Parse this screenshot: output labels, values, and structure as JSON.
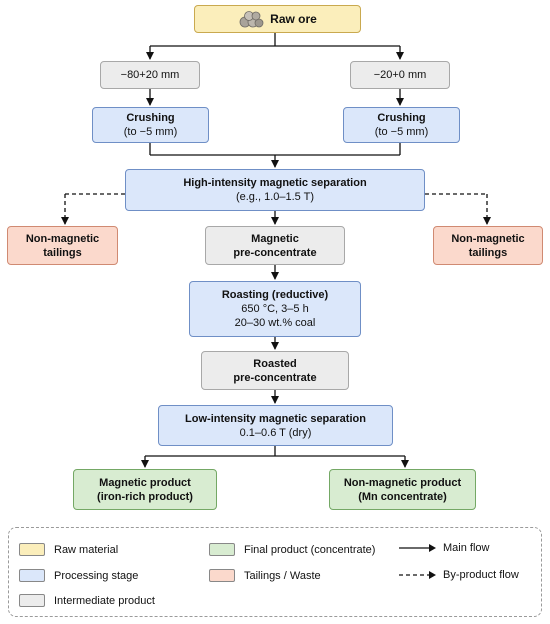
{
  "raw_ore": "Raw ore",
  "coarse_fraction": "−80+20 mm",
  "fine_fraction": "−20+0 mm",
  "crushing_left": {
    "title": "Crushing",
    "sub": "(to −5 mm)"
  },
  "crushing_right": {
    "title": "Crushing",
    "sub": "(to −5 mm)"
  },
  "himag": {
    "title": "High-intensity magnetic separation",
    "sub": "(e.g., 1.0–1.5 T)"
  },
  "tailings_left": {
    "line1": "Non-magnetic",
    "line2": "tailings"
  },
  "tailings_right": {
    "line1": "Non-magnetic",
    "line2": "tailings"
  },
  "magnetic_pre": {
    "line1": "Magnetic",
    "line2": "pre-concentrate"
  },
  "roasting": {
    "title": "Roasting (reductive)",
    "line1": "650 °C, 3–5 h",
    "line2": "20–30 wt.% coal"
  },
  "roasted_pre": {
    "line1": "Roasted",
    "line2": "pre-concentrate"
  },
  "lowmag": {
    "title": "Low-intensity magnetic separation",
    "sub": "0.1–0.6 T (dry)"
  },
  "magnetic_product": {
    "line1": "Magnetic product",
    "line2": "(iron-rich product)"
  },
  "nonmagnetic_product": {
    "line1": "Non-magnetic product",
    "line2": "(Mn concentrate)"
  },
  "legend": {
    "raw_material": "Raw material",
    "processing_stage": "Processing stage",
    "intermediate_product": "Intermediate product",
    "final_product": "Final product (concentrate)",
    "tailings_waste": "Tailings / Waste",
    "main_flow": "Main flow",
    "byproduct_flow": "By-product flow"
  },
  "colors": {
    "raw": "#fbeebb",
    "processing": "#dbe7fa",
    "intermediate": "#ececec",
    "final": "#d8ecd1",
    "tailings": "#fbd9cc"
  }
}
